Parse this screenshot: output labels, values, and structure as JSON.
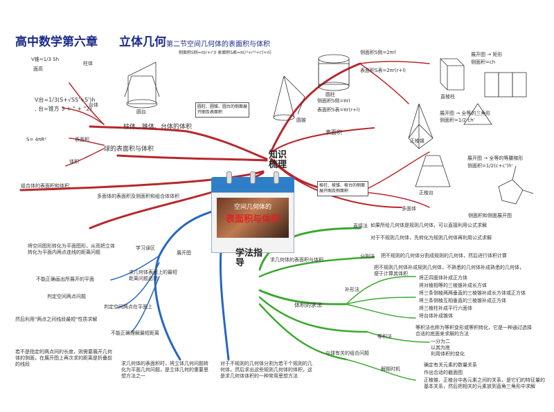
{
  "header": {
    "chapter": "高中数学第六章",
    "title": "立体几何",
    "subtitle": "第二节空间几何体的表面积与体积"
  },
  "center": {
    "line1": "空间几何体的",
    "line2": "表面积与体积"
  },
  "branches": {
    "knowledge": "知识梳理",
    "method": "学法指导"
  },
  "left_top": {
    "v_cone": "V锥=1/3 Sh",
    "col": "柱体",
    "h_label": "面高",
    "v_frustum": "V台=1/3(S+√SS'+S')h",
    "frustum_note": ", 台=锥方 3 + \" + \"2)",
    "tai": "台体",
    "ball_v": "S= 4πR²",
    "surface_area": "表面积",
    "volume": "体积",
    "formula_label": "柱体、锥体、台体的体积",
    "surface_formula": "球的表面积与体积",
    "combo_note": "组合体的表面积和体积",
    "combo2": "多面体的表面积及侧面积和组合体体积"
  },
  "top_middle": {
    "cone_formula": "侧面积S侧=π(r+r')l 表面积S表=π(r²+r'²+r'l+rl)",
    "frustum_label": "圆台",
    "cyl_formula": "侧面积S侧=2πrl",
    "cyl_label": "圆柱",
    "surf_formula": "表面积S表=2πr(r+l)",
    "cone_side": "侧面积S侧=πrl",
    "cone_surface": "表面积S表=πr(r+l)",
    "cone_label": "圆锥",
    "rotate_box": "圆柱、圆锥、圆台的侧面展开图及表面积",
    "surface_title": "表面积"
  },
  "right_top": {
    "prism_label": "直棱柱",
    "prism_note": "展开图 → 矩形",
    "prism_area": "侧面积=ch",
    "pyramid_label": "正棱锥",
    "pyramid_note": "展开图 → 全等的三角形",
    "pyramid_area": "侧面积=1/2 ch'",
    "frustum_label": "正棱台",
    "frustum_note": "展开图 → 全等的等腰梯形",
    "frustum_area": "侧面积=1/2(c+c')h'",
    "poly_label": "多面体",
    "poly_box": "棱柱、棱锥、棱台的侧面展开图及侧面积",
    "poly_area": "侧面积和侧面展开图"
  },
  "left_bottom": {
    "plane_note": "将空间图形转化为平面图形，从而把立体转化为平面内两点连线的距离问题",
    "study": "学习误区",
    "unfold": "展开图",
    "wrong1": "不能正确画出所展开的平面",
    "misplace": "求几何体表面上的最短距离问题出错",
    "judge": "判定空间两点问题",
    "plane_judge": "判定空间两点在平面上",
    "wrong2": "然后利用\"两点之间线段最短\"性质求解",
    "wrong3": "不能正确理解最短距离",
    "cut_note": "若不是指定的两点间的长度，则需要展开几何体的侧面，在展开图上再次求的距离是折叠前的线段",
    "note_bottom": "求几何体的表面积时，将立体几何问题转化为平面几何问题，是立体几何的重要思想方法之一"
  },
  "bottom_middle": {
    "note": "对于不规则的几何体分割为若干个规则的几何体，然后求出这些规则几何体的体积，这是求几何体体积的一种常用思想方法"
  },
  "right_bottom": {
    "direct": "直接法",
    "direct_note": "如果所给几何体是规则几何体，可以直接利用公式求解",
    "direct_note2": "对于不规则几何体，先转化为规则几何体再利用公式求解",
    "split": "分割法",
    "split_note": "把不规则的几何体分割成规则的几何体，然后进行体积计算",
    "split_note2": "把不规则几何体补成规则几何体，不熟悉的几何体补成熟悉的几何体，便于计算其体积",
    "fill": "补形法",
    "fill_items": [
      "将正四面体补成正方体",
      "将对棱相等的三棱锥补成长方体",
      "将三条侧棱两两垂直的三棱锥补成长方体或正方体",
      "将三条侧棱互相垂直的三棱锥补成正方体",
      "将三棱柱补成平行六面体",
      "将台体补成锥体"
    ],
    "mix": "等积法",
    "mix_note": "等积法也称为等积变形或等积转化，它是一种通过选择合适的底面来求解的方法",
    "method_title": "体积的求法",
    "dist_title": "求几何体的表面积与体积",
    "solve": "解题时机",
    "solve_items": [
      "一分为二",
      "以其为底",
      "利用体积的变化"
    ],
    "solve_note": "确定有关元素的数量关系",
    "solve_note2": "作出合适的截面图",
    "solve_note3": "正棱锥、正棱台中各元素之间的关系，是它们的特征量的基本关系，然后把相关的元素放到直角三角形中求解",
    "special": "与球有关的组合问题"
  },
  "colors": {
    "red": "#b8262a",
    "blue": "#2466c4",
    "green": "#3aa82e",
    "title": "#1a2a8a"
  }
}
